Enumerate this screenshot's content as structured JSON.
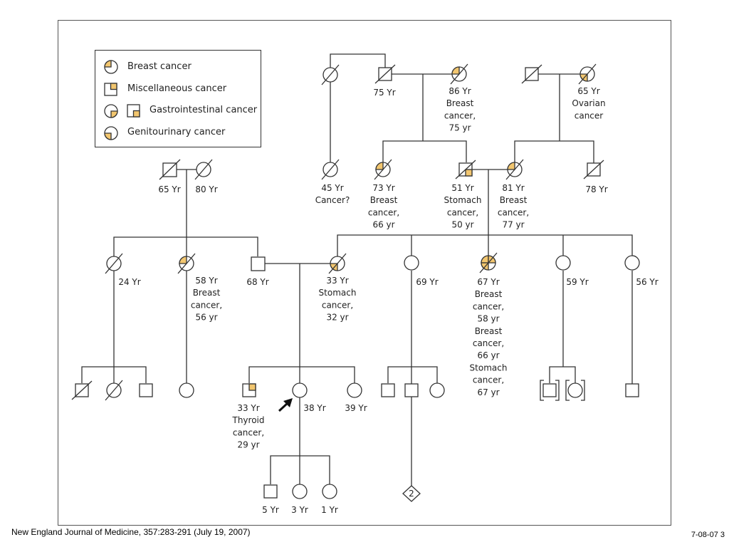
{
  "legend": {
    "breast": "Breast cancer",
    "misc": "Miscellaneous cancer",
    "gi": "Gastrointestinal cancer",
    "gu": "Genitourinary cancer"
  },
  "labels": {
    "gen1_f1": [
      "75 Yr"
    ],
    "gen1_f2": [
      "86 Yr",
      "Breast",
      "cancer,",
      "75 yr"
    ],
    "gen1_f3": [
      "65 Yr",
      "Ovarian",
      "cancer"
    ],
    "gen2_a1": [
      "65 Yr"
    ],
    "gen2_a2": [
      "80 Yr"
    ],
    "gen2_b1": [
      "45 Yr",
      "Cancer?"
    ],
    "gen2_b2": [
      "73 Yr",
      "Breast",
      "cancer,",
      "66 yr"
    ],
    "gen2_b3": [
      "51 Yr",
      "Stomach",
      "cancer,",
      "50 yr"
    ],
    "gen2_b4": [
      "81 Yr",
      "Breast",
      "cancer,",
      "77 yr"
    ],
    "gen2_b5": [
      "78 Yr"
    ],
    "gen3_1": [
      "24 Yr"
    ],
    "gen3_2": [
      "58 Yr",
      "Breast",
      "cancer,",
      "56 yr"
    ],
    "gen3_3": [
      "68 Yr"
    ],
    "gen3_4": [
      "33 Yr",
      "Stomach",
      "cancer,",
      "32 yr"
    ],
    "gen3_5": [
      "69 Yr"
    ],
    "gen3_6": [
      "67 Yr",
      "Breast",
      "cancer,",
      "58 yr",
      "Breast",
      "cancer,",
      "66 yr",
      "Stomach",
      "cancer,",
      "67 yr"
    ],
    "gen3_7": [
      "59 Yr"
    ],
    "gen3_8": [
      "56 Yr"
    ],
    "gen4_1": [
      "33 Yr",
      "Thyroid",
      "cancer,",
      "29 yr"
    ],
    "gen4_2": [
      "38 Yr"
    ],
    "gen4_3": [
      "39 Yr"
    ],
    "gen5_1": [
      "5 Yr"
    ],
    "gen5_2": [
      "3 Yr"
    ],
    "gen5_3": [
      "1 Yr"
    ]
  },
  "diamond_count": "2",
  "colors": {
    "cancer": "#f2c66f",
    "line": "#333333"
  },
  "footer": {
    "citation": "New England Journal of Medicine, 357:283-291 (July 19, 2007)",
    "page": "7-08-07  3"
  }
}
